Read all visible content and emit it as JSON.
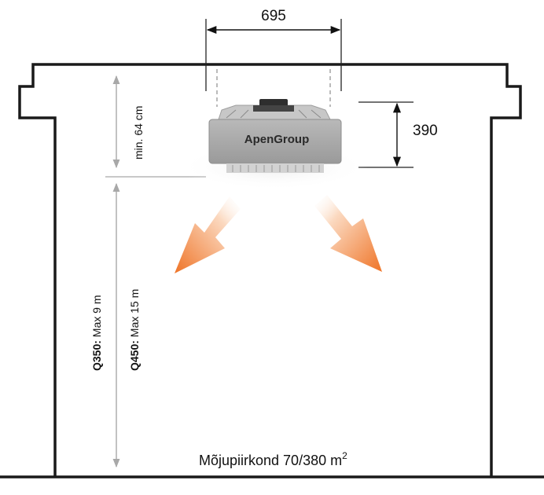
{
  "dimensions": {
    "width_label": "695",
    "height_label": "390",
    "min_clearance_label": "min. 64 cm"
  },
  "unit": {
    "brand": "ApenGroup"
  },
  "mounting_heights": [
    {
      "model": "Q350:",
      "text": " Max 9 m"
    },
    {
      "model": "Q450:",
      "text": " Max 15 m"
    }
  ],
  "coverage": {
    "label": "Mõjupiirkond 70/380 m",
    "superscript": "2"
  },
  "colors": {
    "outline": "#1a1a1a",
    "dimension_gray": "#a8a8a8",
    "arrow_orange": "#ef7b2c",
    "unit_body": "#a9a9a9"
  }
}
